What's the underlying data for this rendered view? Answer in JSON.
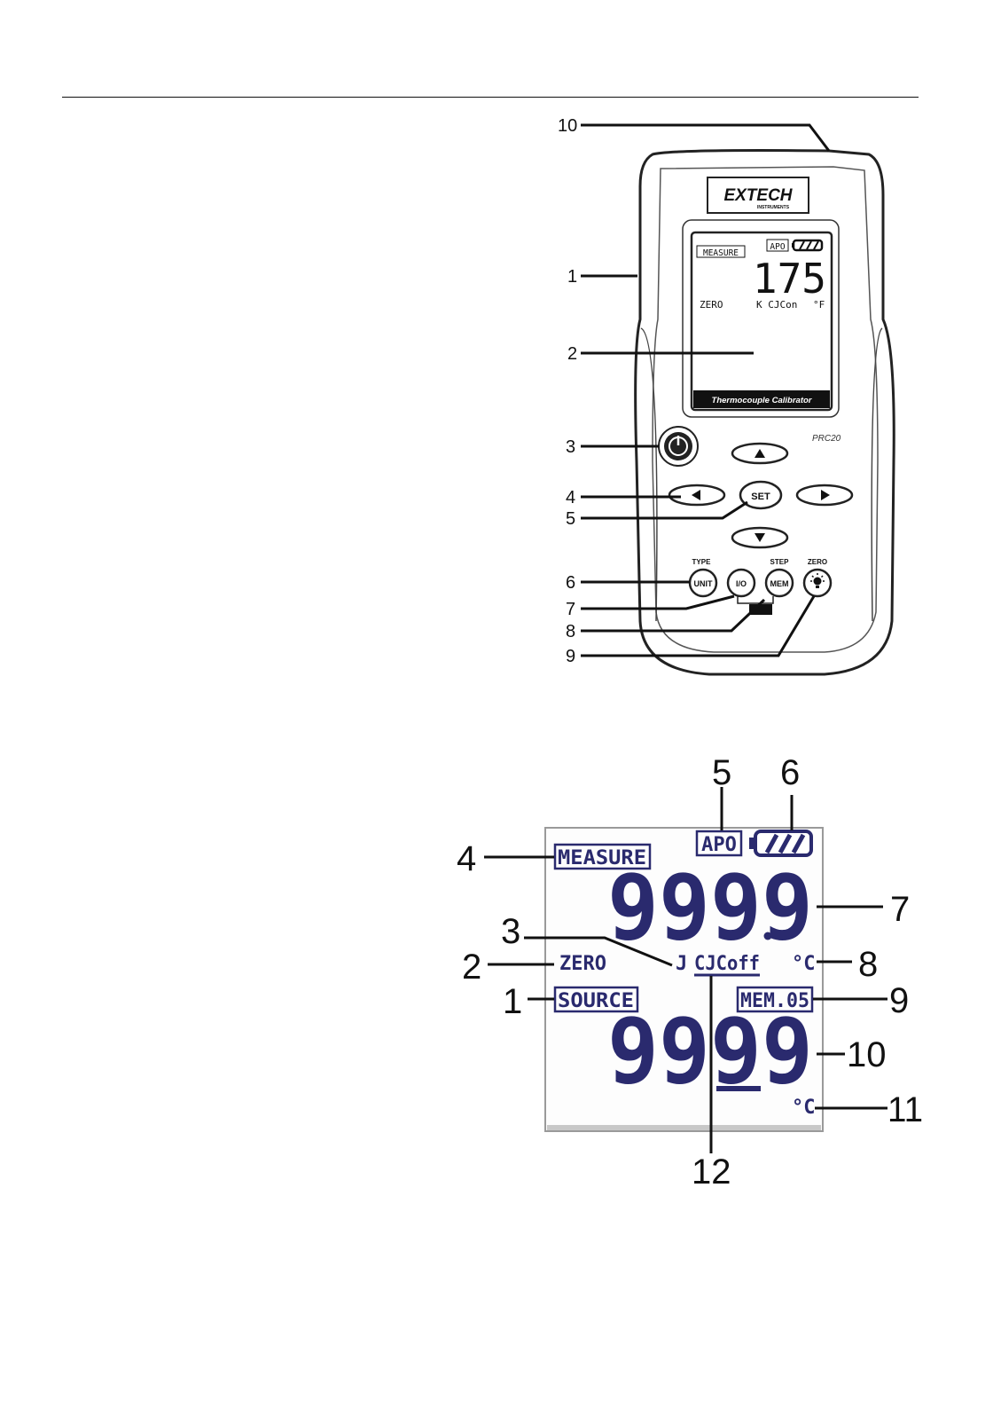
{
  "device": {
    "brand": "EXTECH",
    "brand_sub": "INSTRUMENTS",
    "screen_label": "Thermocouple Calibrator",
    "model": "PRC20",
    "screen": {
      "mode": "MEASURE",
      "apo": "APO",
      "reading": "175",
      "zero": "ZERO",
      "type_cjc": "K CJCon",
      "unit": "°F"
    },
    "buttons": {
      "power_icon": "power-icon",
      "set": "SET",
      "unit": "UNIT",
      "io": "I/O",
      "mem": "MEM",
      "type_label": "TYPE",
      "step_label": "STEP",
      "zero_label": "ZERO",
      "backlight_icon": "light-bulb-icon"
    },
    "callouts": [
      "10",
      "1",
      "2",
      "3",
      "4",
      "5",
      "6",
      "7",
      "8",
      "9"
    ]
  },
  "lcd": {
    "measure": "MEASURE",
    "apo": "APO",
    "measure_reading": "9999",
    "zero": "ZERO",
    "type": "J",
    "cjc": "CJCoff",
    "measure_unit": "°C",
    "source": "SOURCE",
    "mem": "MEM.05",
    "source_reading": "9999",
    "source_unit": "°C",
    "battery_icon": "battery-icon",
    "callouts": [
      "5",
      "6",
      "4",
      "7",
      "3",
      "2",
      "8",
      "1",
      "9",
      "10",
      "11",
      "12"
    ]
  },
  "colors": {
    "lcd_ink": "#2a2a6e",
    "line": "#111111"
  }
}
